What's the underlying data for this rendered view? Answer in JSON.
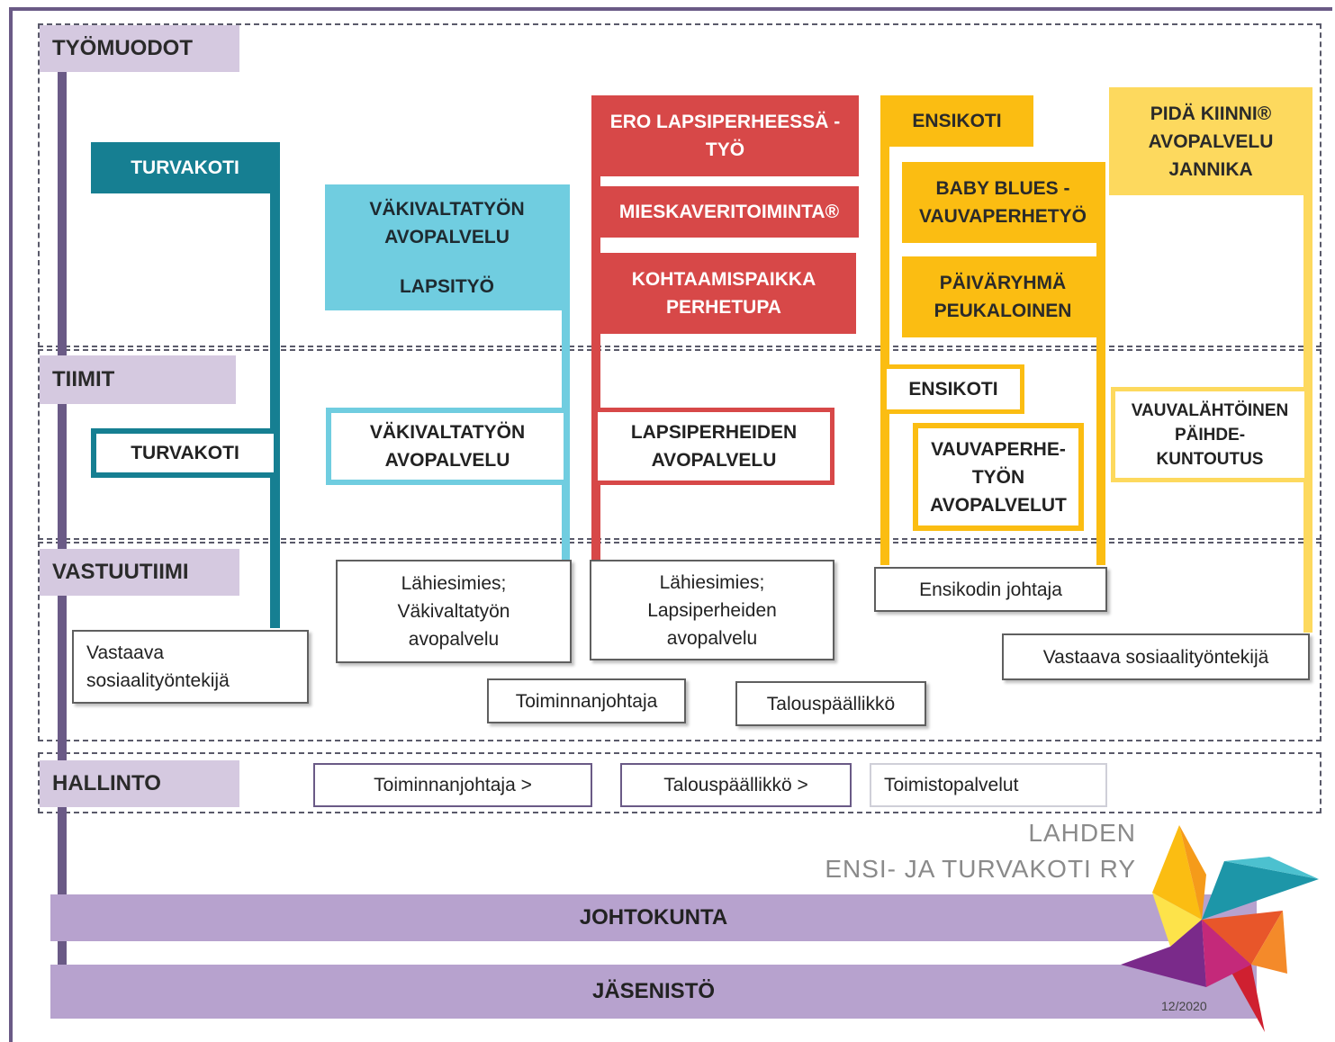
{
  "sections": {
    "tyomuodot": "TYÖMUODOT",
    "tiimit": "TIIMIT",
    "vastuutiimi": "VASTUUTIIMI",
    "hallinto": "HALLINTO"
  },
  "tyomuodot": {
    "turvakoti": "TURVAKOTI",
    "vakivalta": "VÄKIVALTATYÖN\nAVOPALVELU",
    "lapsityo": "LAPSITYÖ",
    "ero": "ERO LAPSIPERHEESSÄ -\nTYÖ",
    "mieskaveri": "MIESKAVERITOIMINTA®",
    "kohtaamis": "KOHTAAMISPAIKKA\nPERHETUPA",
    "ensikoti": "ENSIKOTI",
    "babyblues": "BABY BLUES -\nVAUVAPERHETYÖ",
    "paivaryhma": "PÄIVÄRYHMÄ\nPEUKALOINEN",
    "pidakiinni": "PIDÄ KIINNI®\nAVOPALVELU\nJANNIKA"
  },
  "tiimit": {
    "turvakoti": "TURVAKOTI",
    "vakivalta": "VÄKIVALTATYÖN\nAVOPALVELU",
    "lapsiperheiden": "LAPSIPERHEIDEN\nAVOPALVELU",
    "ensikoti": "ENSIKOTI",
    "vauvaperhe": "VAUVAPERHE-\nTYÖN\nAVOPALVELUT",
    "vauvalahtoinen": "VAUVALÄHTÖINEN\nPÄIHDE-\nKUNTOUTUS"
  },
  "vastuutiimi": {
    "vastaava1": "Vastaava\nsosiaalityöntekijä",
    "lahiesimies_vak": "Lähiesimies;\nVäkivaltatyön\navopalvelu",
    "lahiesimies_lap": "Lähiesimies;\nLapsiperheiden\navopalvelu",
    "ensikodin": "Ensikodin johtaja",
    "vastaava2": "Vastaava sosiaalityöntekijä",
    "toiminnanjohtaja": "Toiminnanjohtaja",
    "talouspaallikko": "Talouspäällikkö"
  },
  "hallinto": {
    "toiminnanjohtaja": "Toiminnanjohtaja  >",
    "talouspaallikko": "Talouspäällikkö  >",
    "toimistopalvelut": "Toimistopalvelut"
  },
  "bars": {
    "johtokunta": "JOHTOKUNTA",
    "jasenisto": "JÄSENISTÖ"
  },
  "logo": {
    "line1": "LAHDEN",
    "line2": "ENSI- JA TURVAKOTI RY"
  },
  "date": "12/2020",
  "colors": {
    "teal": "#167f92",
    "cyan": "#70cde0",
    "red": "#d74848",
    "orange": "#fbbd12",
    "yellow": "#fdd95e",
    "purple": "#b7a2ce",
    "label": "#d5c9e0"
  }
}
